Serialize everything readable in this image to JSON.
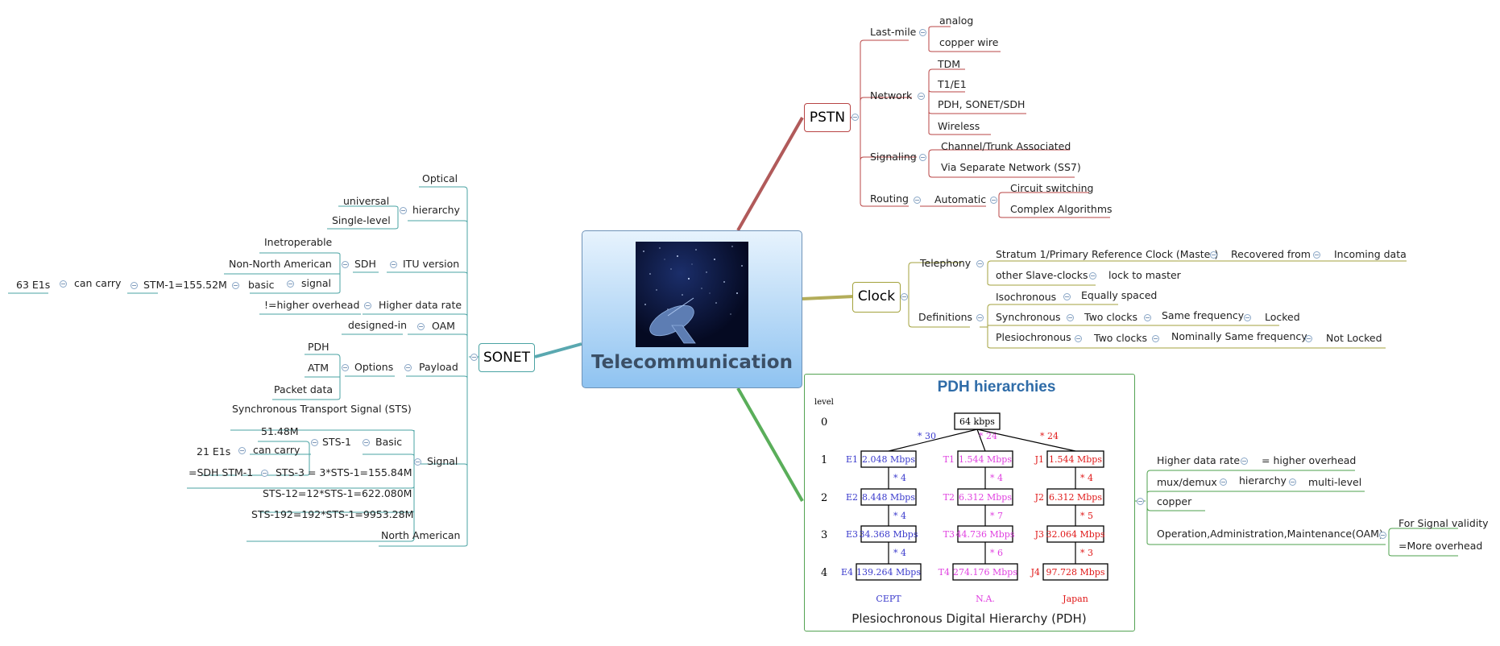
{
  "central": {
    "title": "Telecommunication"
  },
  "pstn": {
    "label": "PSTN",
    "last_mile": {
      "label": "Last-mile",
      "items": [
        "analog",
        "copper wire"
      ]
    },
    "network": {
      "label": "Network",
      "items": [
        "TDM",
        "T1/E1",
        "PDH, SONET/SDH",
        "Wireless"
      ]
    },
    "signaling": {
      "label": "Signaling",
      "items": [
        "Channel/Trunk Associated",
        "Via Separate Network (SS7)"
      ]
    },
    "routing": {
      "label": "Routing",
      "automatic": "Automatic",
      "items": [
        "Circuit switching",
        "Complex Algorithms"
      ]
    }
  },
  "clock": {
    "label": "Clock",
    "telephony": {
      "label": "Telephony",
      "stratum": "Stratum 1/Primary Reference Clock (Master)",
      "recovered": "Recovered from",
      "incoming": "Incoming data",
      "other": "other Slave-clocks",
      "lock": "lock to master"
    },
    "definitions": {
      "label": "Definitions",
      "iso": "Isochronous",
      "iso_desc": "Equally spaced",
      "sync": "Synchronous",
      "sync_two": "Two clocks",
      "sync_same": "Same frequency",
      "sync_locked": "Locked",
      "plesio": "Plesiochronous",
      "plesio_two": "Two clocks",
      "plesio_same": "Nominally Same frequency",
      "plesio_locked": "Not Locked"
    }
  },
  "pdh": {
    "higher": "Higher data rate",
    "higher_desc": "= higher overhead",
    "mux": "mux/demux",
    "hierarchy": "hierarchy",
    "multi": "multi-level",
    "copper": "copper",
    "oam": "Operation,Administration,Maintenance(OAM)",
    "validity": "For Signal validity",
    "overhead": "=More overhead",
    "figure": {
      "title": "PDH hierarchies",
      "caption": "Plesiochronous Digital Hierarchy (PDH)",
      "level_label": "level",
      "levels": [
        "0",
        "1",
        "2",
        "3",
        "4"
      ],
      "root": "64 kbps",
      "columns": [
        {
          "name": "CEPT",
          "color": "#3a3acc",
          "mult0": "* 30",
          "codes": [
            "E1",
            "E2",
            "E3",
            "E4"
          ],
          "rates": [
            "2.048 Mbps",
            "8.448 Mbps",
            "34.368 Mbps",
            "139.264 Mbps"
          ],
          "mults": [
            "* 4",
            "* 4",
            "* 4"
          ]
        },
        {
          "name": "N.A.",
          "color": "#e040e0",
          "mult0": "* 24",
          "codes": [
            "T1",
            "T2",
            "T3",
            "T4"
          ],
          "rates": [
            "1.544 Mbps",
            "6.312 Mbps",
            "44.736 Mbps",
            "274.176 Mbps"
          ],
          "mults": [
            "* 4",
            "* 7",
            "* 6"
          ]
        },
        {
          "name": "Japan",
          "color": "#e01818",
          "mult0": "* 24",
          "codes": [
            "J1",
            "J2",
            "J3",
            "J4"
          ],
          "rates": [
            "1.544 Mbps",
            "6.312 Mbps",
            "32.064 Mbps",
            "97.728 Mbps"
          ],
          "mults": [
            "* 4",
            "* 5",
            "* 3"
          ]
        }
      ]
    }
  },
  "sonet": {
    "label": "SONET",
    "optical": "Optical",
    "hierarchy": "hierarchy",
    "universal": "universal",
    "single_level": "Single-level",
    "itu": "ITU version",
    "sdh": "SDH",
    "inetroperable": "Inetroperable",
    "non_na": "Non-North American",
    "signal1": "signal",
    "basic1": "basic",
    "stm1": "STM-1=155.52M",
    "can_carry1": "can carry",
    "e1s63": "63 E1s",
    "higher_rate": "Higher data rate",
    "neq_overhead": "!=higher overhead",
    "oam": "OAM",
    "designed_in": "designed-in",
    "payload": "Payload",
    "options": "Options",
    "pdh": "PDH",
    "atm": "ATM",
    "packet": "Packet data",
    "signal": "Signal",
    "sts": "Synchronous Transport Signal (STS)",
    "basic": "Basic",
    "sts1": "STS-1",
    "m5148": "51.48M",
    "can_carry": "can carry",
    "e1s21": "21 E1s",
    "sts3": "STS-3 = 3*STS-1=155.84M",
    "sdh_stm1": "=SDH STM-1",
    "sts12": "STS-12=12*STS-1=622.080M",
    "sts192": "STS-192=192*STS-1=9953.28M",
    "na": "North American"
  },
  "colors": {
    "pstn": "#b84444",
    "clock": "#a3a23c",
    "pdh": "#4ea24c",
    "sonet": "#4aa3a3"
  }
}
